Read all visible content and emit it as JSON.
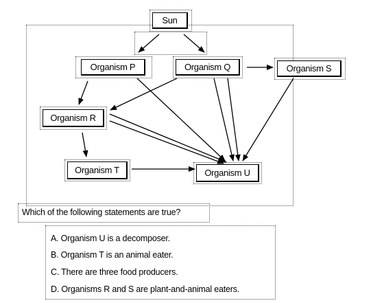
{
  "diagram": {
    "nodes": {
      "sun": "Sun",
      "p": "Organism P",
      "q": "Organism Q",
      "s": "Organism S",
      "r": "Organism R",
      "t": "Organism T",
      "u": "Organism U"
    },
    "edges": [
      [
        "sun",
        "p"
      ],
      [
        "sun",
        "q"
      ],
      [
        "q",
        "s"
      ],
      [
        "p",
        "r"
      ],
      [
        "q",
        "r"
      ],
      [
        "r",
        "t"
      ],
      [
        "t",
        "u"
      ],
      [
        "p",
        "u"
      ],
      [
        "q",
        "u"
      ],
      [
        "s",
        "u"
      ],
      [
        "r",
        "u"
      ]
    ]
  },
  "question": {
    "prompt": "Which of the following statements are true?",
    "options": [
      "A.  Organism U is a decomposer.",
      "B.  Organism T is an animal eater.",
      "C.  There are three food producers.",
      "D.  Organisms R and S are plant-and-animal eaters."
    ]
  }
}
